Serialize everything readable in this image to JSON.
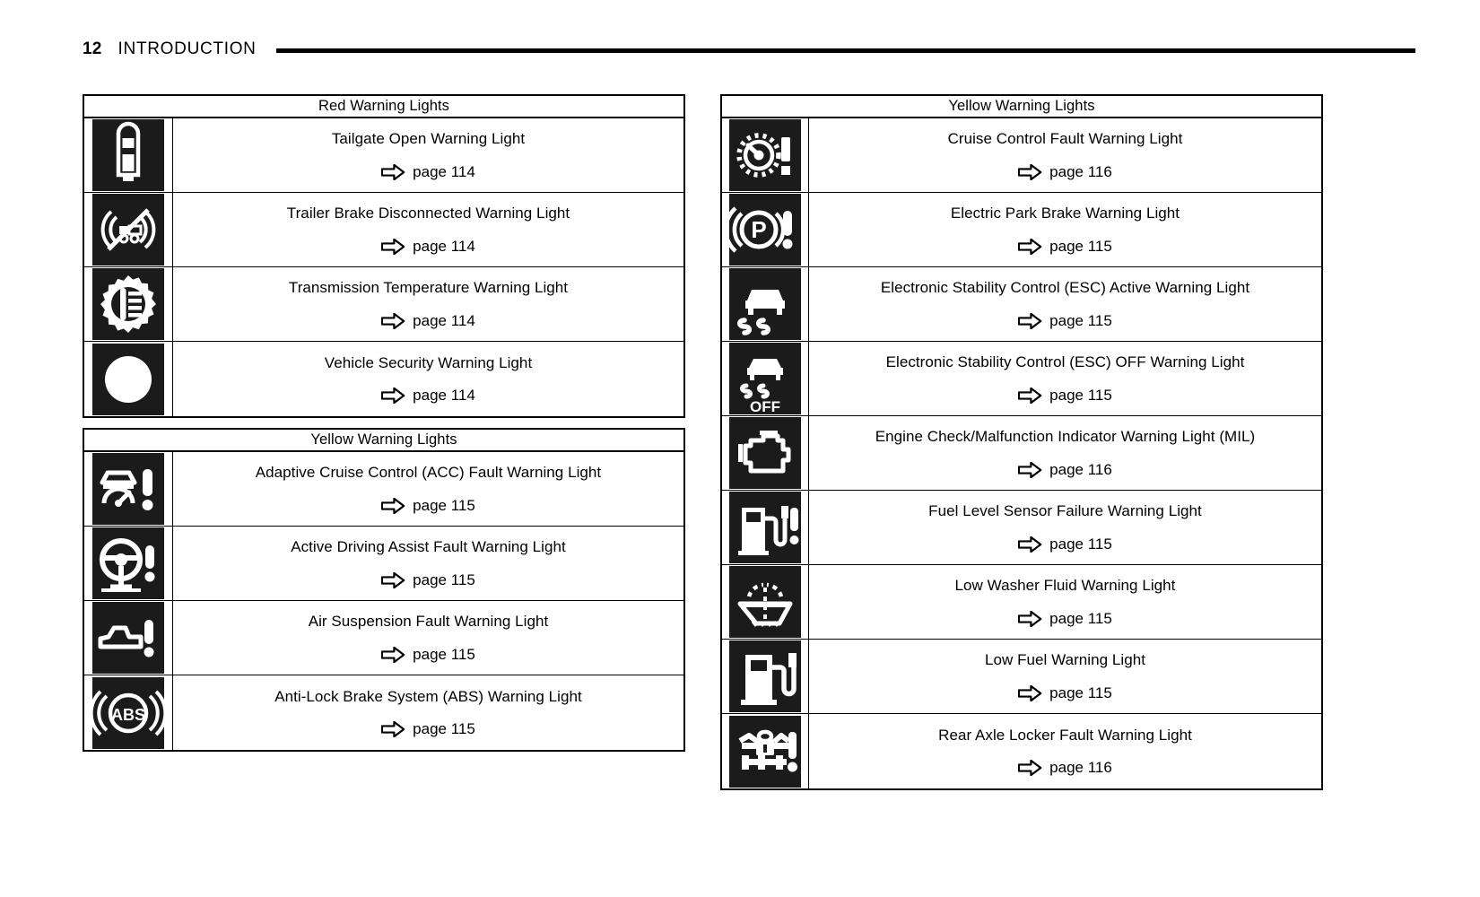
{
  "header": {
    "page_number": "12",
    "section": "INTRODUCTION"
  },
  "arrow_icon": "right-arrow-outline-icon",
  "tables": [
    {
      "id": "table-red",
      "caption": "Red Warning Lights",
      "rows": [
        {
          "icon": "tailgate-open-icon",
          "label": "Tailgate Open Warning Light",
          "ref": "page 114"
        },
        {
          "icon": "trailer-brake-disconnected-icon",
          "label": "Trailer Brake Disconnected Warning Light",
          "ref": "page 114"
        },
        {
          "icon": "transmission-temperature-icon",
          "label": "Transmission Temperature Warning Light",
          "ref": "page 114"
        },
        {
          "icon": "vehicle-security-icon",
          "label": "Vehicle Security Warning Light",
          "ref": "page 114"
        }
      ]
    },
    {
      "id": "table-yel-l",
      "caption": "Yellow Warning Lights",
      "rows": [
        {
          "icon": "adaptive-cruise-control-fault-icon",
          "label": "Adaptive Cruise Control (ACC) Fault Warning Light",
          "ref": "page 115"
        },
        {
          "icon": "active-driving-assist-fault-icon",
          "label": "Active Driving Assist Fault Warning Light",
          "ref": "page 115"
        },
        {
          "icon": "air-suspension-fault-icon",
          "label": "Air Suspension Fault Warning Light",
          "ref": "page 115"
        },
        {
          "icon": "anti-lock-brake-abs-icon",
          "label": "Anti-Lock Brake System (ABS) Warning Light",
          "ref": "page 115"
        }
      ]
    },
    {
      "id": "table-yel-r",
      "caption": "Yellow Warning Lights",
      "rows": [
        {
          "icon": "cruise-control-fault-icon",
          "label": "Cruise Control Fault Warning Light",
          "ref": "page 116"
        },
        {
          "icon": "electric-park-brake-icon",
          "label": "Electric Park Brake Warning Light",
          "ref": "page 115"
        },
        {
          "icon": "esc-active-icon",
          "label": "Electronic Stability Control (ESC) Active Warning Light",
          "ref": "page 115"
        },
        {
          "icon": "esc-off-icon",
          "label": "Electronic Stability Control (ESC) OFF Warning Light",
          "ref": "page 115"
        },
        {
          "icon": "engine-check-mil-icon",
          "label": "Engine Check/Malfunction Indicator Warning Light (MIL)",
          "ref": "page 116"
        },
        {
          "icon": "fuel-level-sensor-failure-icon",
          "label": "Fuel Level Sensor Failure Warning Light",
          "ref": "page 115"
        },
        {
          "icon": "low-washer-fluid-icon",
          "label": "Low Washer Fluid Warning Light",
          "ref": "page 115"
        },
        {
          "icon": "low-fuel-icon",
          "label": "Low Fuel Warning Light",
          "ref": "page 115"
        },
        {
          "icon": "rear-axle-locker-fault-icon",
          "label": "Rear Axle Locker Fault Warning Light",
          "ref": "page 116"
        }
      ]
    }
  ],
  "colors": {
    "ink": "#000000",
    "tile_background": "#1b1b1b",
    "tile_symbol": "#ffffff",
    "page_background": "#ffffff"
  }
}
